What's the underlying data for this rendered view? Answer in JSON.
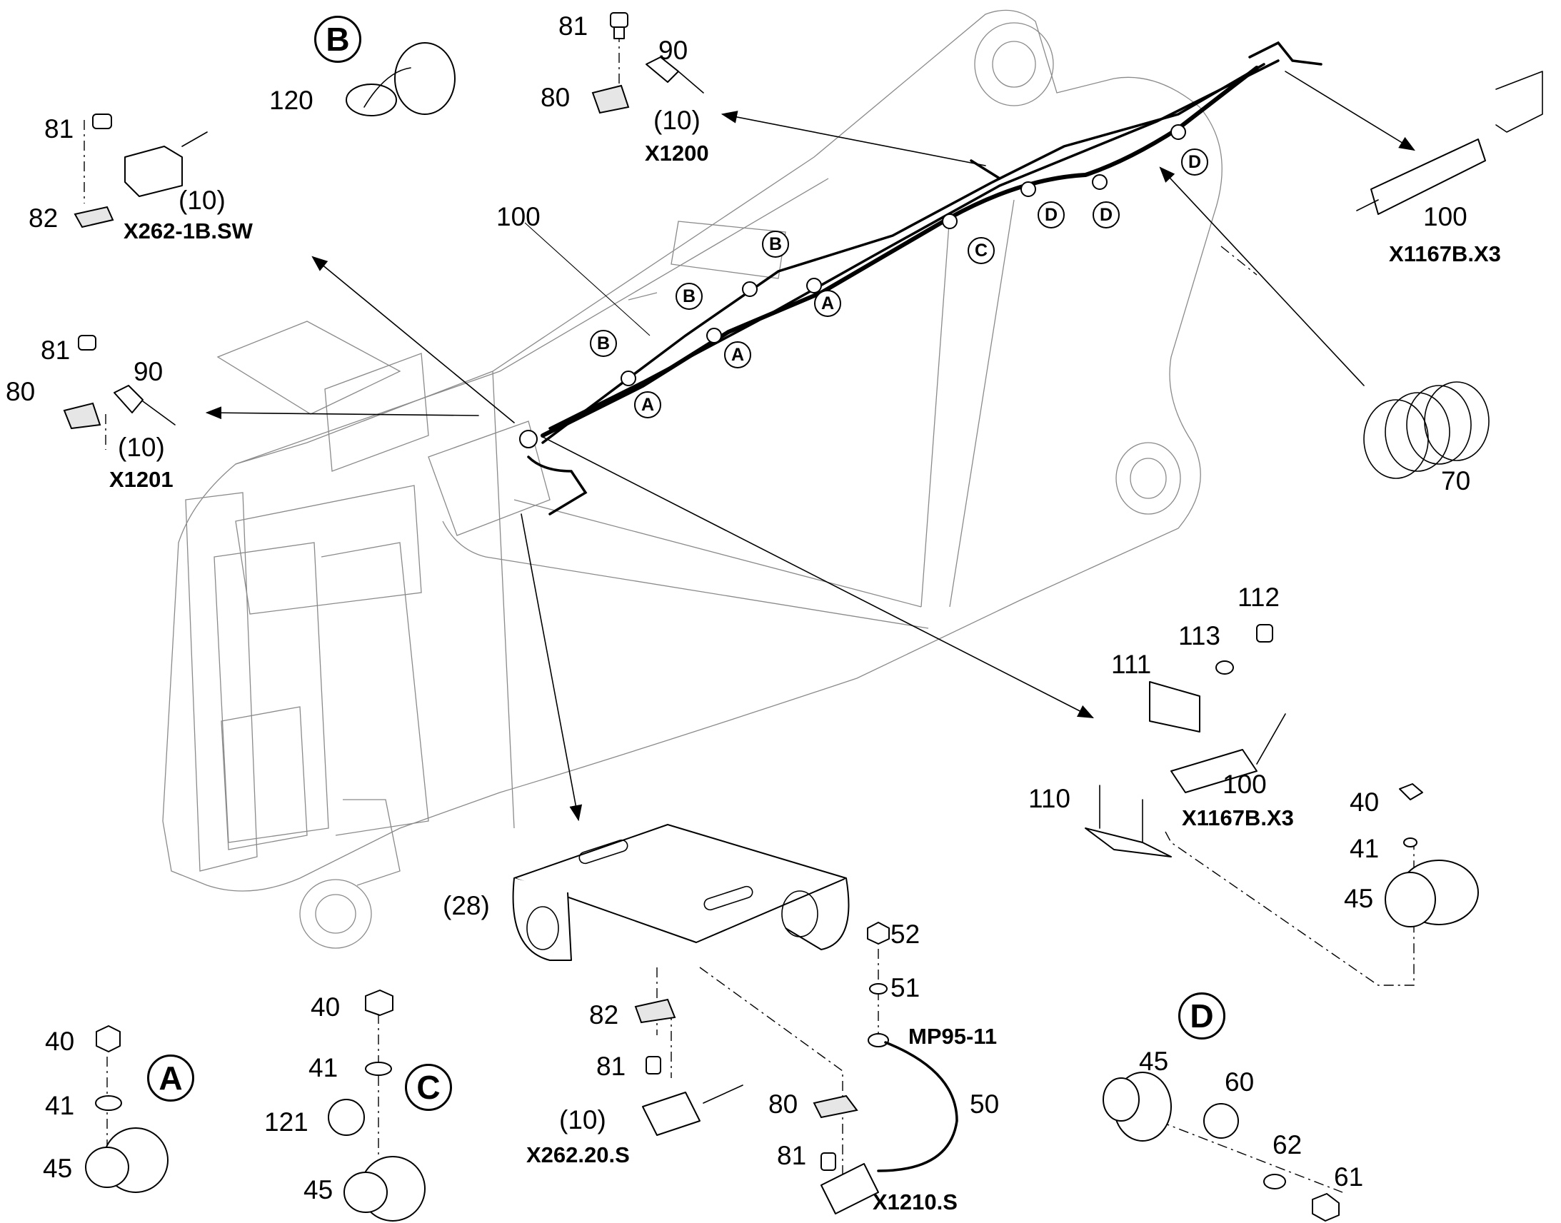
{
  "callouts": {
    "n81": "81",
    "n80": "80",
    "n90": "90",
    "n82": "82",
    "n100": "100",
    "n120": "120",
    "n10": "(10)",
    "n70": "70",
    "n112": "112",
    "n113": "113",
    "n111": "111",
    "n110": "110",
    "n40": "40",
    "n41": "41",
    "n45": "45",
    "n28": "(28)",
    "n52": "52",
    "n51": "51",
    "n50": "50",
    "n121": "121",
    "n60": "60",
    "n62": "62",
    "n61": "61"
  },
  "connectors": {
    "x1200": "X1200",
    "x262_1b_sw": "X262-1B.SW",
    "x1201": "X1201",
    "x1167b_x3": "X1167B.X3",
    "mp95_11": "MP95-11",
    "x262_20_s": "X262.20.S",
    "x1210_s": "X1210.S"
  },
  "detail_keys": {
    "a": "A",
    "b": "B",
    "c": "C",
    "d": "D"
  }
}
